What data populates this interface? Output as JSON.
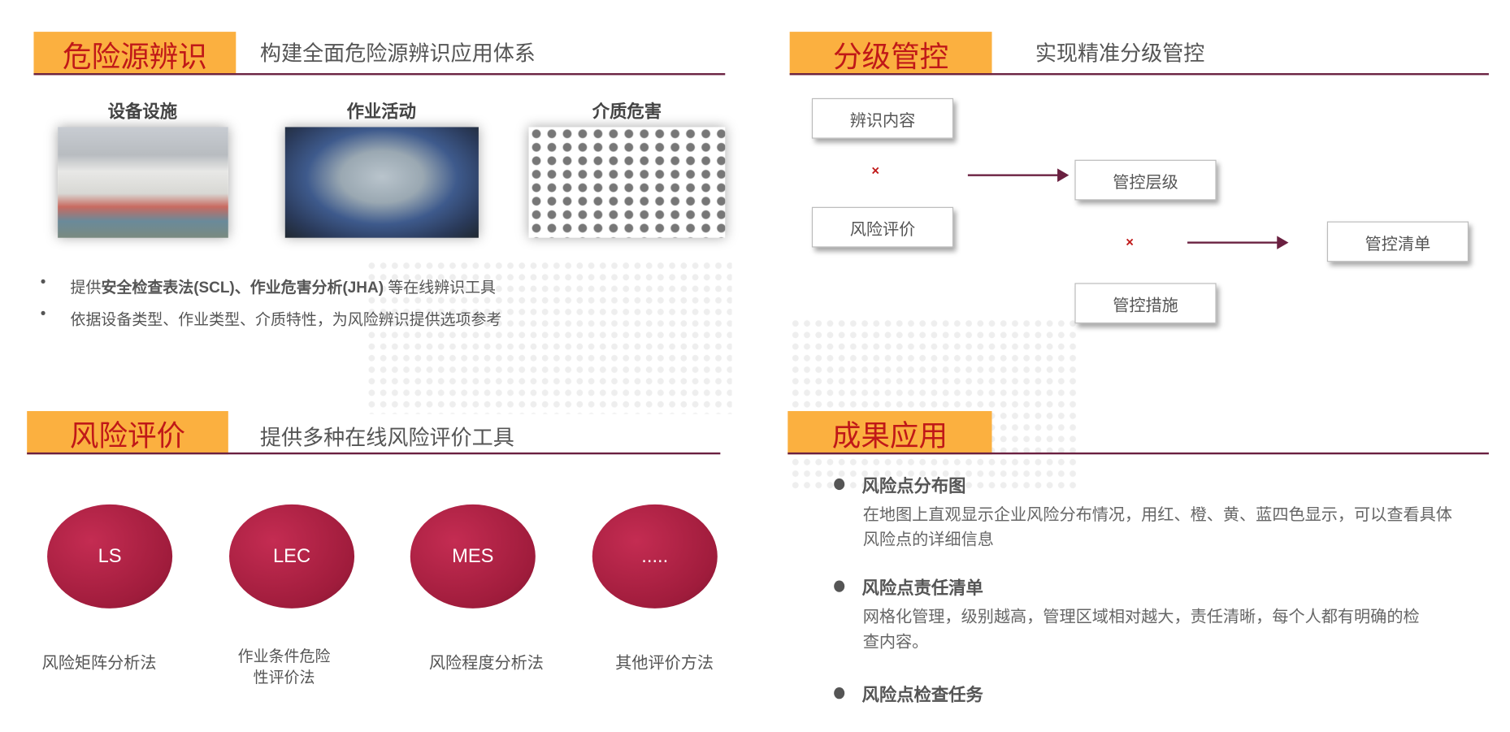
{
  "hazard_identification": {
    "title": "危险源辨识",
    "subtitle": "构建全面危险源辨识应用体系",
    "categories": [
      {
        "label": "设备设施",
        "image": "storage-tanks-photo"
      },
      {
        "label": "作业活动",
        "image": "workers-photo"
      },
      {
        "label": "介质危害",
        "image": "molecule-diagram"
      }
    ],
    "bullets": [
      {
        "prefix": "提供",
        "bold": "安全检查表法(SCL)、作业危害分析(JHA)",
        "suffix": " 等在线辨识工具"
      },
      {
        "prefix": "依据设备类型、作业类型、介质特性，为风险辨识提供选项参考",
        "bold": "",
        "suffix": ""
      }
    ]
  },
  "graded_control": {
    "title": "分级管控",
    "subtitle": "实现精准分级管控",
    "boxes": {
      "identify": "辨识内容",
      "evaluate": "风险评价",
      "level": "管控层级",
      "measures": "管控措施",
      "list": "管控清单"
    },
    "operator": "×"
  },
  "risk_evaluation": {
    "title": "风险评价",
    "subtitle": "提供多种在线风险评价工具",
    "methods": [
      {
        "abbr": "LS",
        "label": "风险矩阵分析法"
      },
      {
        "abbr": "LEC",
        "label": "作业条件危险性评价法"
      },
      {
        "abbr": "MES",
        "label": "风险程度分析法"
      },
      {
        "abbr": ".....",
        "label": "其他评价方法"
      }
    ]
  },
  "results": {
    "title": "成果应用",
    "items": [
      {
        "title": "风险点分布图",
        "desc": "在地图上直观显示企业风险分布情况，用红、橙、黄、蓝四色显示，可以查看具体风险点的详细信息"
      },
      {
        "title": "风险点责任清单",
        "desc": "网格化管理，级别越高，管理区域相对越大，责任清晰，每个人都有明确的检查内容。"
      },
      {
        "title": "风险点检查任务",
        "desc": ""
      }
    ]
  },
  "colors": {
    "header_bg": "#fbb040",
    "header_text": "#c01818",
    "rule": "#6a2040",
    "circle": "#a01c3c"
  }
}
